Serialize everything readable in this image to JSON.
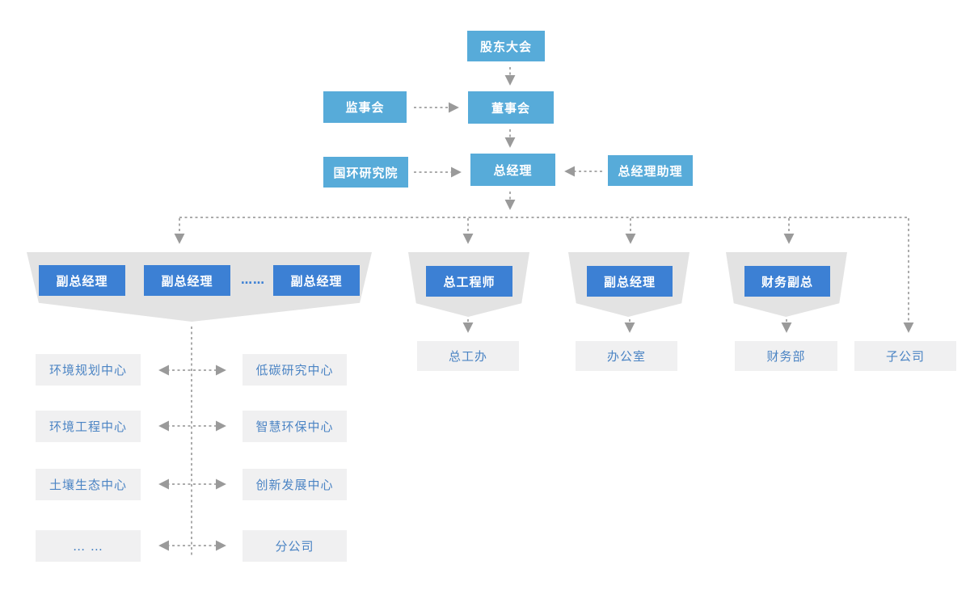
{
  "page": {
    "background": "#ffffff"
  },
  "colors": {
    "sky_blue_box": "#57ABD9",
    "deep_blue_box": "#3C80D4",
    "banner_gray": "#E3E3E3",
    "light_box_gray": "#F0F0F1",
    "light_box_text_blue": "#4B84C4",
    "connector_gray": "#ABABAB",
    "arrowhead_gray": "#9A9A9A"
  },
  "org": {
    "top": {
      "shareholders_meeting": "股东大会",
      "supervisory_board": "监事会",
      "board_of_directors": "董事会",
      "research_institute": "国环研究院",
      "general_manager": "总经理",
      "gm_assistant": "总经理助理"
    },
    "executive_row": {
      "deputy_gm_1": "副总经理",
      "deputy_gm_2": "副总经理",
      "deputy_gm_ellipsis": "……",
      "deputy_gm_3": "副总经理",
      "chief_engineer": "总工程师",
      "deputy_gm_single": "副总经理",
      "finance_deputy": "财务副总"
    },
    "office_row": {
      "chief_engineer_office": "总工办",
      "general_office": "办公室",
      "finance_department": "财务部",
      "subsidiary_company": "子公司"
    },
    "departments": {
      "left": [
        "环境规划中心",
        "环境工程中心",
        "土壤生态中心",
        "… …"
      ],
      "right": [
        "低碳研究中心",
        "智慧环保中心",
        "创新发展中心",
        "分公司"
      ]
    }
  }
}
